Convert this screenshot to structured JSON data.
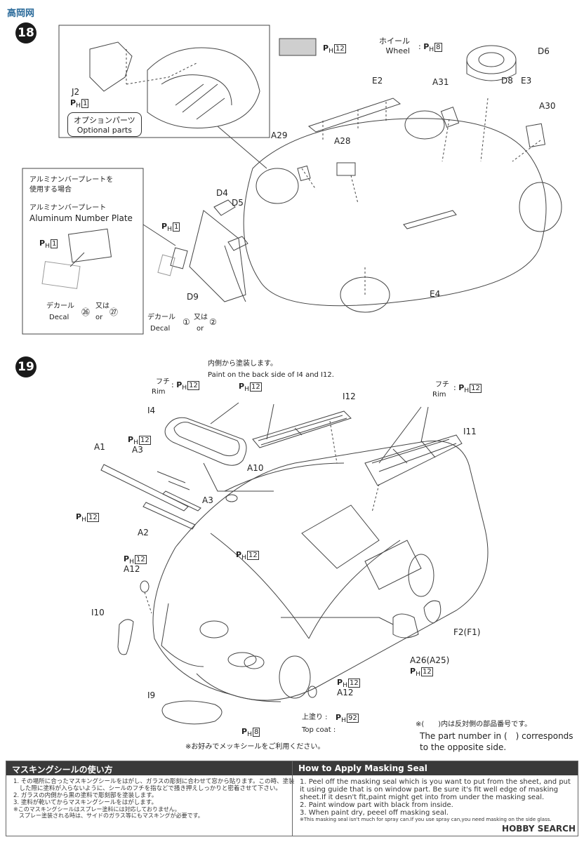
{
  "step18": {
    "number": "18",
    "option_parts_jp": "オプションパーツ",
    "option_parts_en": "Optional parts",
    "ph_main": "12",
    "wheel_jp": "ホイール",
    "wheel_en": "Wheel",
    "wheel_ph": "8",
    "parts": [
      "J2",
      "D6",
      "E2",
      "A31",
      "D8",
      "E3",
      "A30",
      "A29",
      "A28",
      "D4",
      "D5",
      "D9",
      "E4"
    ],
    "j2_ph": "1",
    "alum_head1": "アルミナンバープレートを",
    "alum_head2": "使用する場合",
    "alum_jp": "アルミナンバープレート",
    "alum_en": "Aluminum Number Plate",
    "alum_ph": "1",
    "decal_jp": "デカール",
    "decal_en": "Decal",
    "decal_a": "㉖",
    "decal_or_jp": "又は",
    "decal_b": "㉗",
    "or_en": "or",
    "d9_ph": "1",
    "decal2_a": "①",
    "decal2_b": "②"
  },
  "step19": {
    "number": "19",
    "inside_jp": "内側から塗装します。",
    "inside_en": "Paint on the back side of I4 and I12.",
    "rim_jp": "フチ",
    "rim_en": "Rim",
    "ph12": "12",
    "ph8": "8",
    "ph92": "92",
    "parts": [
      "I4",
      "I12",
      "I11",
      "A1",
      "A3",
      "A3",
      "A10",
      "A2",
      "A12",
      "I10",
      "F2(F1)",
      "A26(A25)",
      "A12",
      "I9"
    ],
    "topcoat_jp": "上塗り",
    "topcoat_en": "Top coat",
    "chrome_note": "※お好みでメッキシールをご利用ください。",
    "opposite_jp": "※(　　)内は反対側の部品番号です。",
    "opposite_en1": "The part number in (　) corresponds",
    "opposite_en2": "to the opposite side."
  },
  "masking": {
    "title_jp": "マスキングシールの使い方",
    "title_en": "How to Apply Masking Seal",
    "jp": [
      "1. その場所に合ったマスキングシールをはがし、ガラスの彫刻に合わせて窓から貼ります。この時、塗装",
      "　した際に塗料が入らないように、シールのフチを指などで掻き押えしっかりと密着させて下さい。",
      "2. ガラスの内側から黒の塗料で彫刻部を塗装します。",
      "3. 塗料が乾いてからマスキングシールをはがします。"
    ],
    "jp_note1": "※このマスキングシールはスプレー塗料には対応しておりません。",
    "jp_note2": "　スプレー塗装される時は、サイドのガラス等にもマスキングが必要です。",
    "en": [
      "1. Peel off the masking seal which is you want to put from the sheet, and put it using guide that is on window part. Be sure it's fit well edge of masking sheet.If it desn't fit,paint might get into from under the masking seal.",
      "2. Paint window part with black from inside.",
      "3. When paint dry, peeel off masking seal."
    ],
    "en_note": "※This masking seal isn't much for spray can.If you use spray can,you need masking on the side glass."
  },
  "watermark_top": "高岡网",
  "watermark_bottom": "HOBBY SEARCH"
}
